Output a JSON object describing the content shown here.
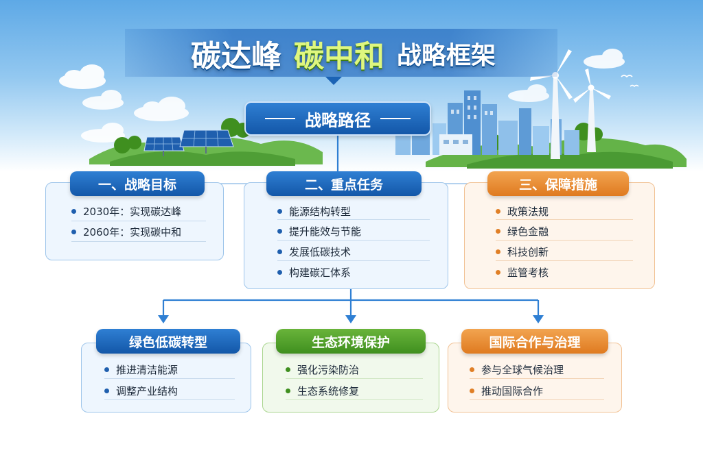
{
  "title": {
    "part1": "碳达峰",
    "part2": "碳中和",
    "part3": "战略框架"
  },
  "root": {
    "label": "战略路径"
  },
  "sections": [
    {
      "title": "一、战略目标",
      "items": [
        "2030年：实现碳达峰",
        "2060年：实现碳中和"
      ]
    },
    {
      "title": "二、重点任务",
      "items": [
        "能源结构转型",
        "提升能效与节能",
        "发展低碳技术",
        "构建碳汇体系"
      ]
    },
    {
      "title": "三、保障措施",
      "items": [
        "政策法规",
        "绿色金融",
        "科技创新",
        "监管考核"
      ]
    }
  ],
  "subsections": [
    {
      "title": "绿色低碳转型",
      "items": [
        "推进清洁能源",
        "调整产业结构"
      ]
    },
    {
      "title": "生态环境保护",
      "items": [
        "强化污染防治",
        "生态系统修复"
      ]
    },
    {
      "title": "国际合作与治理",
      "items": [
        "参与全球气候治理",
        "推动国际合作"
      ]
    }
  ],
  "colors": {
    "primary_blue": "#1357a8",
    "accent_orange": "#df7a20",
    "accent_green": "#3f8f1f",
    "connector_blue": "#2f7fd3"
  },
  "icons": [
    "cloud-icon",
    "solar-panel-icon",
    "wind-turbine-icon",
    "city-skyline-icon",
    "bird-icon"
  ]
}
